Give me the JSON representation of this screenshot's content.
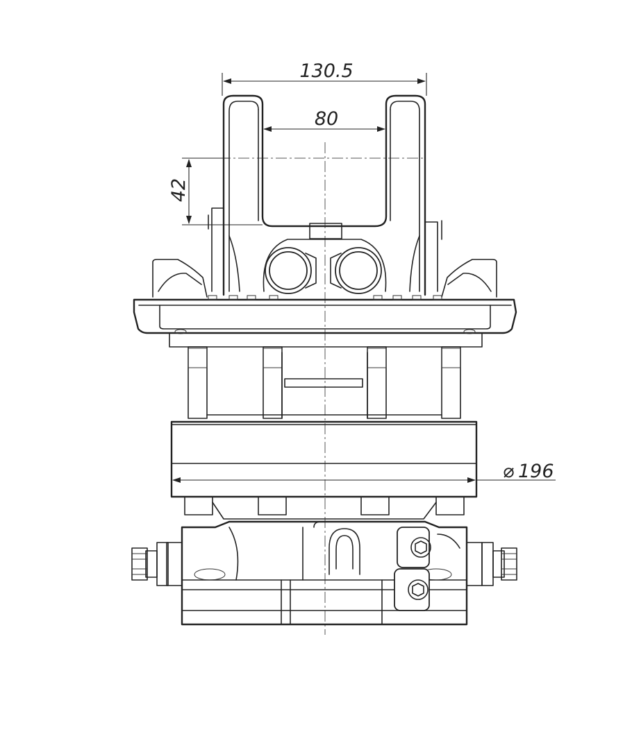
{
  "drawing": {
    "dimensions": {
      "overall_width": "130.5",
      "inner_width": "80",
      "pin_offset": "42",
      "diameter_symbol": "⌀",
      "diameter": "196"
    }
  }
}
